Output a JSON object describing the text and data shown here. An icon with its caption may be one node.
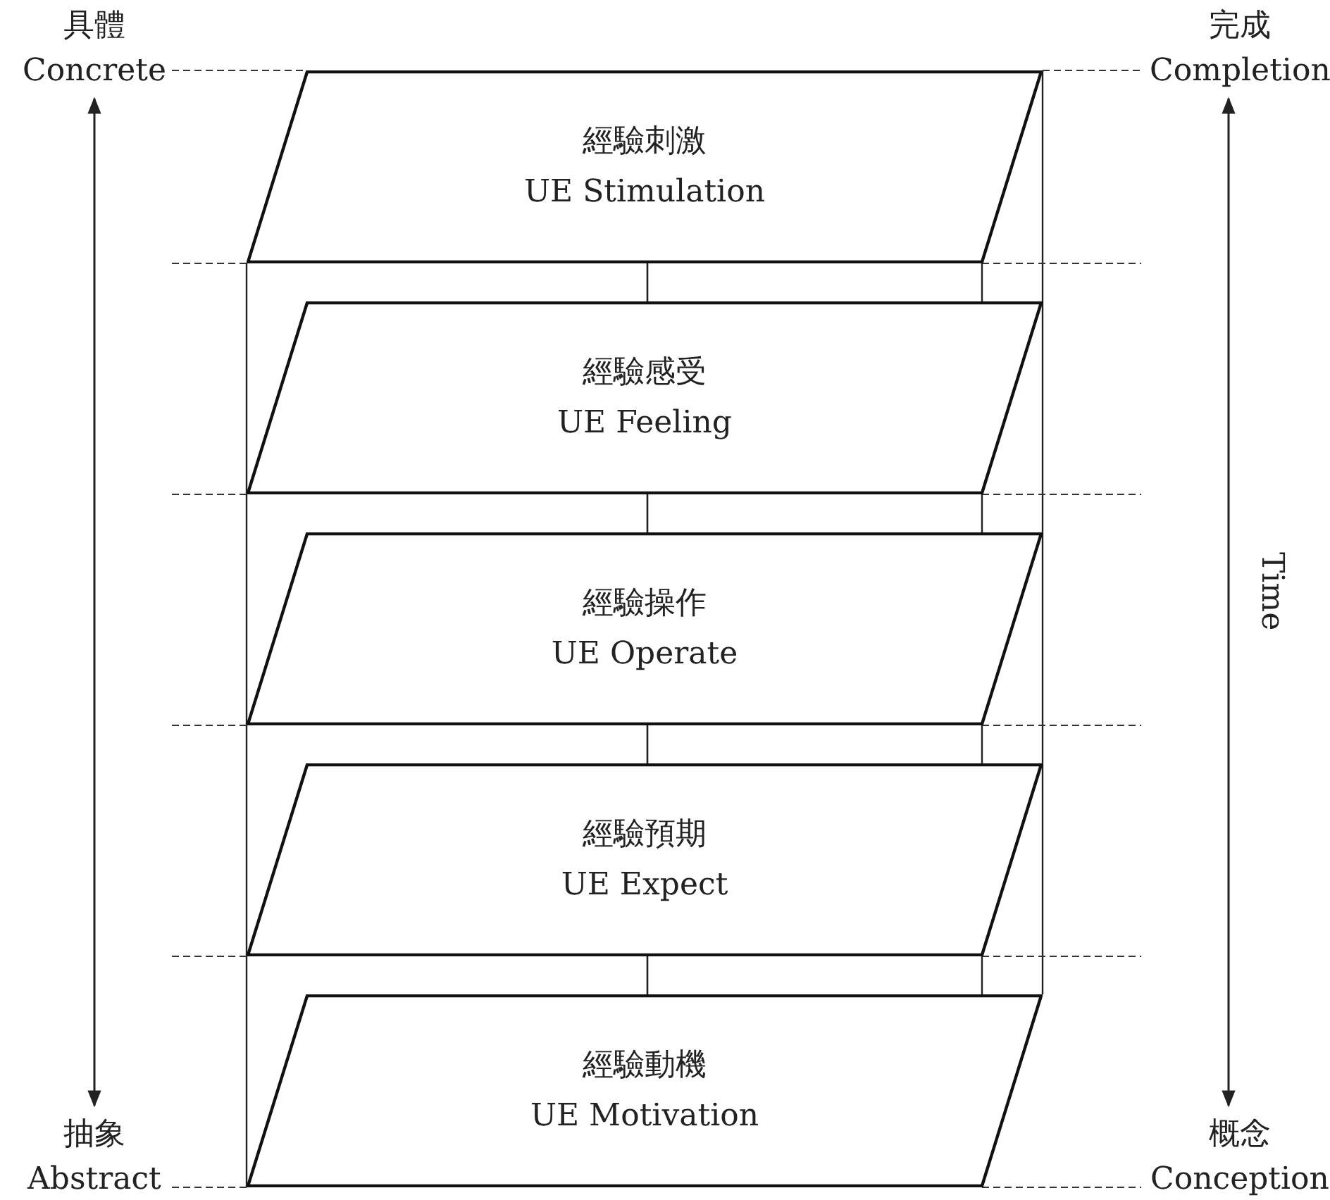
{
  "diagram": {
    "nodes": [
      {
        "text": [
          "經驗刺激",
          "UE Stimulation"
        ]
      },
      {
        "text": [
          "經驗感受",
          "UE Feeling"
        ]
      },
      {
        "text": [
          "經驗操作",
          "UE Operate"
        ]
      },
      {
        "text": [
          "經驗預期",
          "UE Expect"
        ]
      },
      {
        "text": [
          "經驗動機",
          "UE Motivation"
        ]
      }
    ],
    "edges": [
      {
        "from": 0,
        "to": 1,
        "arrow": "none"
      },
      {
        "from": 1,
        "to": 2,
        "arrow": "none"
      },
      {
        "from": 2,
        "to": 3,
        "arrow": "none"
      },
      {
        "from": 3,
        "to": 4,
        "arrow": "none"
      }
    ],
    "labels": [
      "具體",
      "Concrete",
      "完成",
      "Completion",
      "Time",
      "抽象",
      "Abstract",
      "概念",
      "Conception"
    ]
  }
}
